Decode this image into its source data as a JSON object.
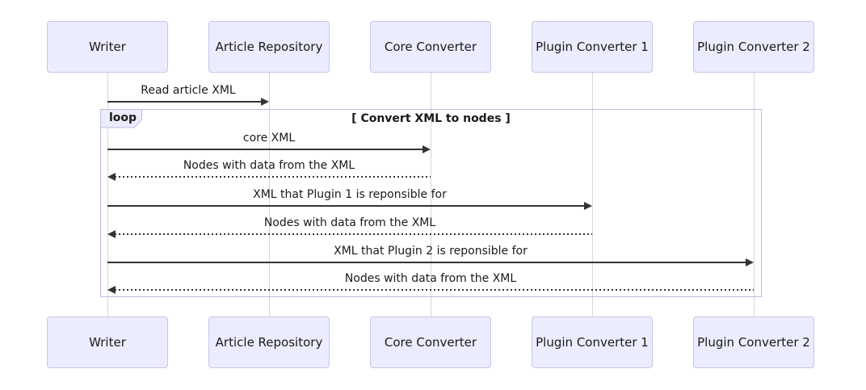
{
  "diagram": {
    "type": "sequence-diagram",
    "colors": {
      "background": "#ffffff",
      "actor_fill": "#ECECFF",
      "actor_border": "#c5c5e8",
      "lifeline": "#d6d6de",
      "loop_border": "#bcbcdc",
      "loop_tab_fill": "#ECECFF",
      "arrow": "#343434",
      "text": "#1a1a1a"
    },
    "actors": [
      {
        "name": "Writer"
      },
      {
        "name": "Article Repository"
      },
      {
        "name": "Core Converter"
      },
      {
        "name": "Plugin Converter 1"
      },
      {
        "name": "Plugin Converter 2"
      }
    ],
    "messages": [
      {
        "text": "Read article XML",
        "from": "Writer",
        "to": "Article Repository",
        "style": "solid"
      },
      {
        "text": "core XML",
        "from": "Writer",
        "to": "Core Converter",
        "style": "solid"
      },
      {
        "text": "Nodes with data from the XML",
        "from": "Core Converter",
        "to": "Writer",
        "style": "dashed"
      },
      {
        "text": "XML that Plugin 1 is reponsible for",
        "from": "Writer",
        "to": "Plugin Converter 1",
        "style": "solid"
      },
      {
        "text": "Nodes with data from the XML",
        "from": "Plugin Converter 1",
        "to": "Writer",
        "style": "dashed"
      },
      {
        "text": "XML that Plugin 2 is reponsible for",
        "from": "Writer",
        "to": "Plugin Converter 2",
        "style": "solid"
      },
      {
        "text": "Nodes with data from the XML",
        "from": "Plugin Converter 2",
        "to": "Writer",
        "style": "dashed"
      }
    ],
    "loop": {
      "label": "loop",
      "condition": "[ Convert XML to nodes ]"
    }
  }
}
